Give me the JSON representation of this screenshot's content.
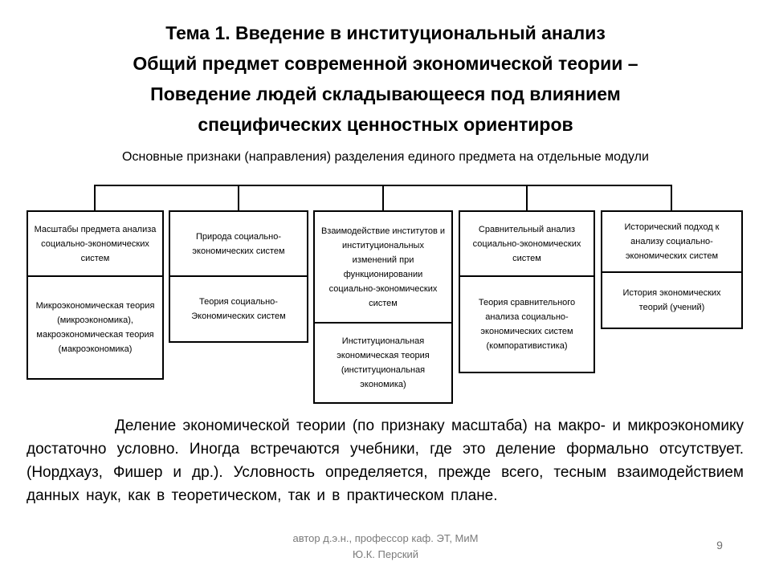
{
  "slide": {
    "title_lines": [
      "Тема 1. Введение в институциональный анализ",
      "Общий предмет современной экономической теории –",
      "Поведение людей складывающееся под влиянием",
      "специфических ценностных ориентиров"
    ],
    "subtitle": "Основные признаки (направления) разделения единого предмета на отдельные модули",
    "diagram": {
      "columns": [
        {
          "top": "Масштабы предмета анализа социально-экономических систем",
          "bottom": "Микроэкономическая теория (микроэкономика), макроэкономическая теория (макроэкономика)"
        },
        {
          "top": "Природа социально-экономических систем",
          "bottom": "Теория социально-Экономических систем"
        },
        {
          "top": "Взаимодействие институтов и институциональных изменений при функционировании социально-экономических систем",
          "bottom": "Институциональная экономическая теория (институциональная экономика)"
        },
        {
          "top": "Сравнительный анализ социально-экономических систем",
          "bottom": "Теория сравнительного анализа социально-экономических систем (компоративистика)"
        },
        {
          "top": "Исторический подход к анализу социально-экономических систем",
          "bottom": "История экономических теорий (учений)"
        }
      ]
    },
    "body_paragraph": "Деление экономической теории (по признаку масштаба) на макро- и микроэкономику достаточно условно. Иногда встречаются учебники, где это деление формально отсутствует. (Нордхауз, Фишер и др.). Условность определяется, прежде всего, тесным взаимодействием данных наук, как в теоретическом, так и в практическом плане.",
    "footer": {
      "author_line1": "автор д.э.н., профессор каф. ЭТ, МиМ",
      "author_line2": "Ю.К. Перский",
      "page_number": "9"
    },
    "colors": {
      "background": "#ffffff",
      "text": "#000000",
      "muted": "#7a7a7a",
      "border": "#000000"
    }
  }
}
